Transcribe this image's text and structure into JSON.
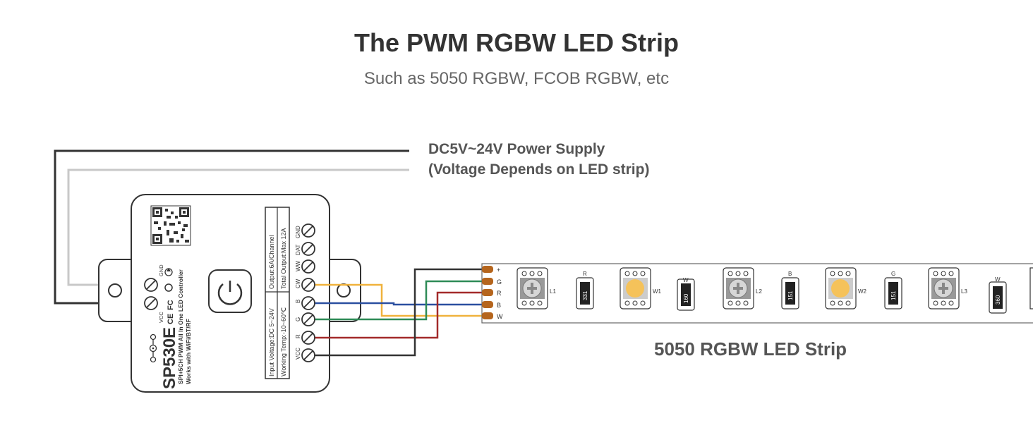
{
  "header": {
    "title": "The PWM RGBW LED Strip",
    "subtitle": "Such as 5050 RGBW, FCOB RGBW, etc"
  },
  "power_supply": {
    "line1": "DC5V~24V Power Supply",
    "line2": "(Voltage Depends on LED strip)"
  },
  "controller": {
    "model": "SP530E",
    "desc1": "SPI+5CH PWM All In One LED Controller",
    "desc2": "Works with WiFi/BT/RF",
    "spec_input": "Input Voltage:DC 5~24V",
    "spec_output": "Output:6A/Channel",
    "spec_temp": "Working Temp:-10~60℃",
    "spec_total": "Total Output:Max 12A",
    "terminals": [
      "GND",
      "DAT",
      "WW",
      "CW",
      "B",
      "G",
      "R",
      "VCC"
    ],
    "left_labels": [
      "GND",
      "VCC"
    ]
  },
  "strip": {
    "label": "5050 RGBW LED Strip",
    "pads": [
      "+",
      "G",
      "R",
      "B",
      "W"
    ],
    "led_labels": [
      "L1",
      "W1",
      "L2",
      "W2",
      "L3"
    ],
    "res_top_labels": [
      "R",
      "W",
      "B",
      "G",
      "W"
    ],
    "res_values": [
      "331",
      "160",
      "151",
      "151",
      "360"
    ]
  },
  "colors": {
    "black_wire": "#333333",
    "gray_wire": "#c8c8c8",
    "green_wire": "#2e8b57",
    "red_wire": "#a32a2a",
    "blue_wire": "#2a4fa0",
    "yellow_wire": "#f0b23c",
    "pad": "#b5651d",
    "warm_led": "#f5c25a"
  }
}
